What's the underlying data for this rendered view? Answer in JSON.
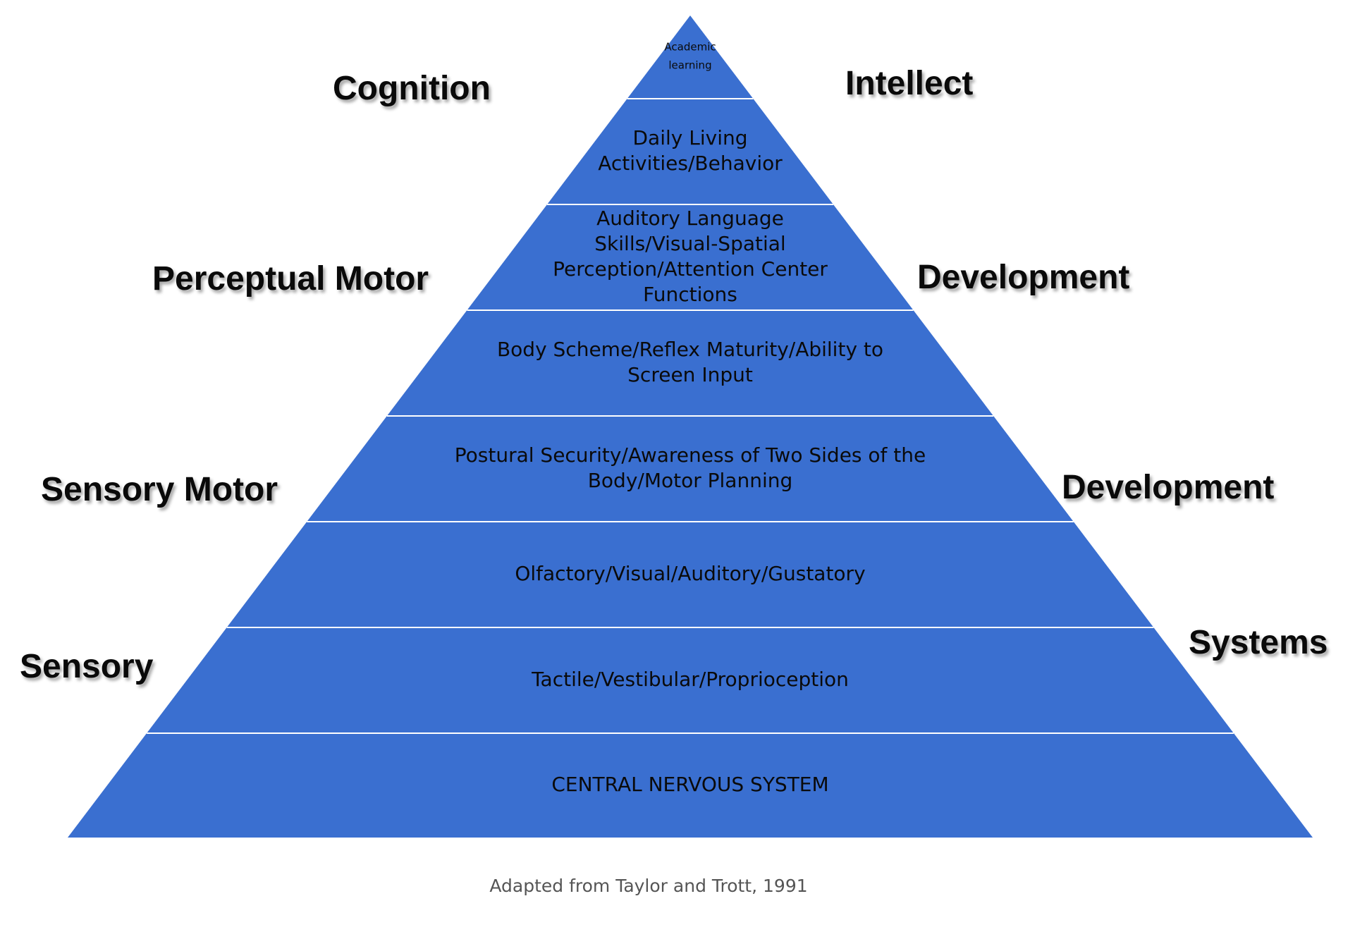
{
  "pyramid": {
    "fill_color": "#3a6fd0",
    "divider_color": "#ffffff",
    "tiers": [
      {
        "lines": [
          "Academic",
          "learning"
        ]
      },
      {
        "lines": [
          "Daily Living",
          "Activities/Behavior"
        ]
      },
      {
        "lines": [
          "Auditory Language",
          "Skills/Visual-Spatial",
          "Perception/Attention Center",
          "Functions"
        ]
      },
      {
        "lines": [
          "Body Scheme/Reflex Maturity/Ability to",
          "Screen Input"
        ]
      },
      {
        "lines": [
          "Postural Security/Awareness of Two Sides of the",
          "Body/Motor Planning"
        ]
      },
      {
        "lines": [
          "Olfactory/Visual/Auditory/Gustatory"
        ]
      },
      {
        "lines": [
          "Tactile/Vestibular/Proprioception"
        ]
      },
      {
        "lines": [
          "CENTRAL NERVOUS SYSTEM"
        ]
      }
    ]
  },
  "left_labels": {
    "cognition": "Cognition",
    "perceptual_motor": "Perceptual Motor",
    "sensory_motor": "Sensory Motor",
    "sensory": "Sensory"
  },
  "right_labels": {
    "intellect": "Intellect",
    "development_1": "Development",
    "development_2": "Development",
    "systems": "Systems"
  },
  "caption": "Adapted from Taylor and Trott, 1991"
}
